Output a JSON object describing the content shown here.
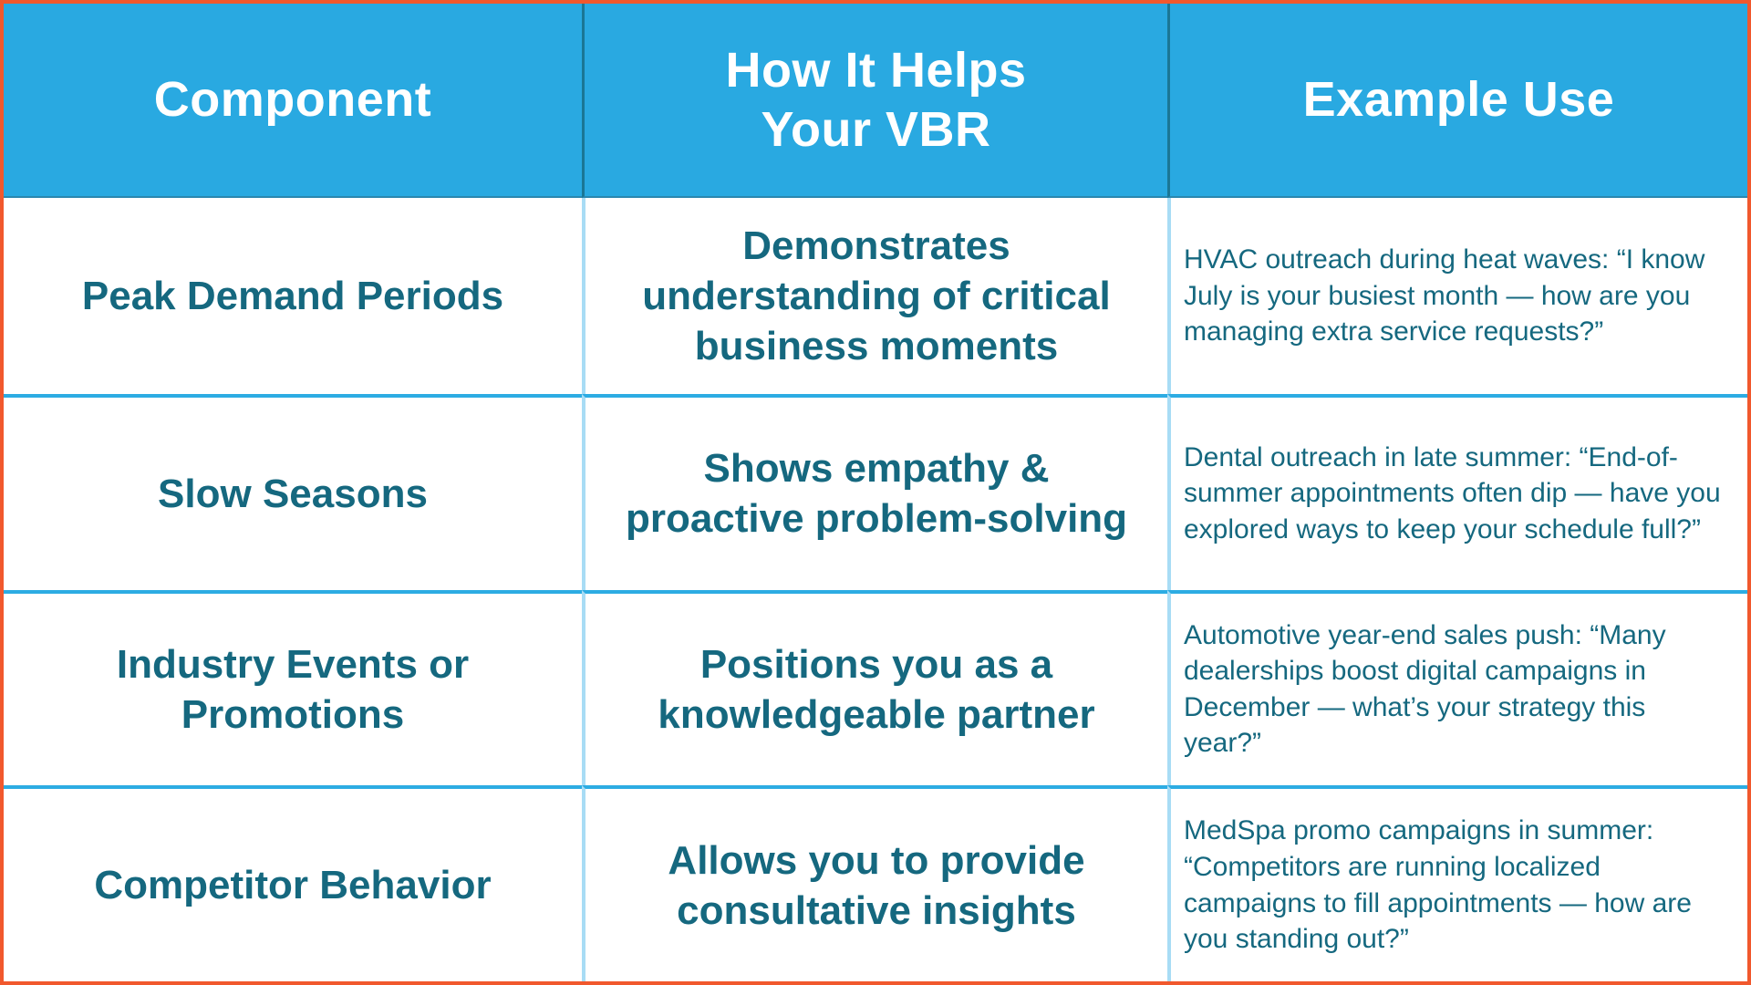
{
  "table": {
    "columns": [
      {
        "label": "Component"
      },
      {
        "label": "How It Helps\nYour VBR"
      },
      {
        "label": "Example Use"
      }
    ],
    "rows": [
      {
        "component": "Peak Demand Periods",
        "how": "Demonstrates\nunderstanding of critical\nbusiness moments",
        "example": "HVAC outreach during heat waves: “I know July is your busiest month — how are you managing extra service requests?”"
      },
      {
        "component": "Slow Seasons",
        "how": "Shows empathy &\nproactive problem-solving",
        "example": "Dental outreach in late summer: “End-of-summer appointments often dip — have you explored ways to keep your schedule full?”"
      },
      {
        "component": "Industry Events or\nPromotions",
        "how": "Positions you as a\nknowledgeable partner",
        "example": "Automotive year-end sales push: “Many dealerships boost digital campaigns in December — what’s your strategy this year?”"
      },
      {
        "component": "Competitor Behavior",
        "how": "Allows you to provide\nconsultative insights",
        "example": "MedSpa promo campaigns in summer: “Competitors are running localized campaigns to fill appointments — how are you standing out?”"
      }
    ]
  },
  "colors": {
    "header_background": "#29A9E1",
    "header_text": "#FFFFFF",
    "body_text_teal": "#15687F",
    "outer_border_orange": "#F1582D",
    "row_divider_blue": "#2CACE3",
    "column_divider_light_blue": "#A8DCF5",
    "header_column_divider": "#1B7795"
  }
}
